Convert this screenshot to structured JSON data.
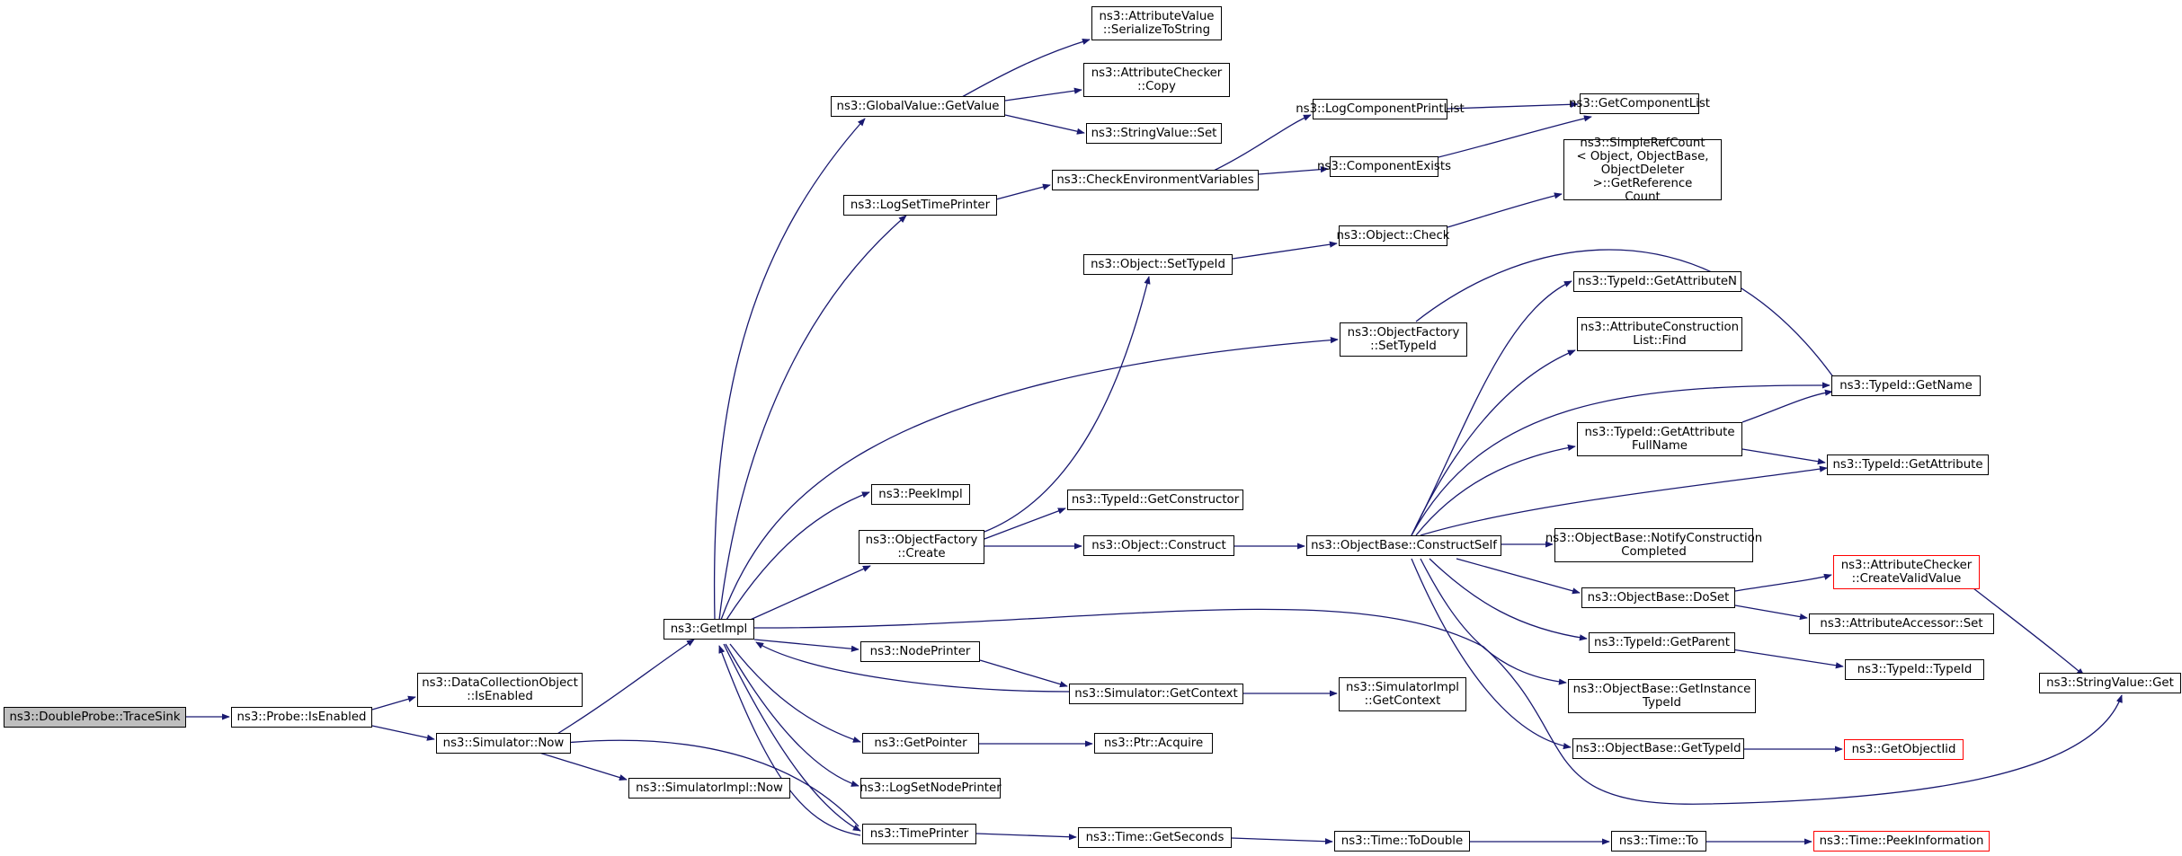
{
  "graph": {
    "colors": {
      "edge": "#191970",
      "node_border": "#000000",
      "root_fill": "#bfbfbf",
      "truncated_border": "#ff0000",
      "background": "#ffffff"
    },
    "nodes": [
      {
        "id": "n_tracesink",
        "label": "ns3::DoubleProbe::TraceSink",
        "root": true
      },
      {
        "id": "n_probe_isenabled",
        "label": "ns3::Probe::IsEnabled"
      },
      {
        "id": "n_dco_isenabled",
        "label": "ns3::DataCollectionObject\n::IsEnabled"
      },
      {
        "id": "n_sim_now",
        "label": "ns3::Simulator::Now"
      },
      {
        "id": "n_simimpl_now",
        "label": "ns3::SimulatorImpl::Now"
      },
      {
        "id": "n_getimpl",
        "label": "ns3::GetImpl"
      },
      {
        "id": "n_gv_getvalue",
        "label": "ns3::GlobalValue::GetValue"
      },
      {
        "id": "n_av_serialize",
        "label": "ns3::AttributeValue\n::SerializeToString"
      },
      {
        "id": "n_ac_copy",
        "label": "ns3::AttributeChecker\n::Copy"
      },
      {
        "id": "n_sv_set",
        "label": "ns3::StringValue::Set"
      },
      {
        "id": "n_logsettimeprinter",
        "label": "ns3::LogSetTimePrinter"
      },
      {
        "id": "n_checkenv",
        "label": "ns3::CheckEnvironmentVariables"
      },
      {
        "id": "n_logcompprintlist",
        "label": "ns3::LogComponentPrintList"
      },
      {
        "id": "n_compexists",
        "label": "ns3::ComponentExists"
      },
      {
        "id": "n_getcomplist",
        "label": "ns3::GetComponentList"
      },
      {
        "id": "n_simplerefcount",
        "label": "ns3::SimpleRefCount\n< Object, ObjectBase,\n ObjectDeleter >::GetReference\nCount"
      },
      {
        "id": "n_object_check",
        "label": "ns3::Object::Check"
      },
      {
        "id": "n_object_settypeid",
        "label": "ns3::Object::SetTypeId"
      },
      {
        "id": "n_of_settypeid",
        "label": "ns3::ObjectFactory\n::SetTypeId"
      },
      {
        "id": "n_typeid_getattrn",
        "label": "ns3::TypeId::GetAttributeN"
      },
      {
        "id": "n_attrconstr_find",
        "label": "ns3::AttributeConstruction\nList::Find"
      },
      {
        "id": "n_typeid_getname",
        "label": "ns3::TypeId::GetName"
      },
      {
        "id": "n_typeid_getattrfull",
        "label": "ns3::TypeId::GetAttribute\nFullName"
      },
      {
        "id": "n_typeid_getattr",
        "label": "ns3::TypeId::GetAttribute"
      },
      {
        "id": "n_peekimpl",
        "label": "ns3::PeekImpl"
      },
      {
        "id": "n_typeid_getconstructor",
        "label": "ns3::TypeId::GetConstructor"
      },
      {
        "id": "n_of_create",
        "label": "ns3::ObjectFactory\n::Create"
      },
      {
        "id": "n_object_construct",
        "label": "ns3::Object::Construct"
      },
      {
        "id": "n_ob_constructself",
        "label": "ns3::ObjectBase::ConstructSelf"
      },
      {
        "id": "n_ob_notify",
        "label": "ns3::ObjectBase::NotifyConstruction\nCompleted"
      },
      {
        "id": "n_ob_doset",
        "label": "ns3::ObjectBase::DoSet"
      },
      {
        "id": "n_ac_createvalid",
        "label": "ns3::AttributeChecker\n::CreateValidValue",
        "truncated": true
      },
      {
        "id": "n_aa_set",
        "label": "ns3::AttributeAccessor::Set"
      },
      {
        "id": "n_typeid_getparent",
        "label": "ns3::TypeId::GetParent"
      },
      {
        "id": "n_typeid_typeid",
        "label": "ns3::TypeId::TypeId"
      },
      {
        "id": "n_sv_get",
        "label": "ns3::StringValue::Get"
      },
      {
        "id": "n_ob_getinstance",
        "label": "ns3::ObjectBase::GetInstance\nTypeId"
      },
      {
        "id": "n_ob_gettypeid",
        "label": "ns3::ObjectBase::GetTypeId"
      },
      {
        "id": "n_getobjectiid",
        "label": "ns3::GetObjectIid",
        "truncated": true
      },
      {
        "id": "n_nodeprinter",
        "label": "ns3::NodePrinter"
      },
      {
        "id": "n_sim_getcontext",
        "label": "ns3::Simulator::GetContext"
      },
      {
        "id": "n_simimpl_getcontext",
        "label": "ns3::SimulatorImpl\n::GetContext"
      },
      {
        "id": "n_getpointer",
        "label": "ns3::GetPointer"
      },
      {
        "id": "n_ptr_acquire",
        "label": "ns3::Ptr::Acquire"
      },
      {
        "id": "n_logsetnodeprinter",
        "label": "ns3::LogSetNodePrinter"
      },
      {
        "id": "n_timeprinter",
        "label": "ns3::TimePrinter"
      },
      {
        "id": "n_time_getseconds",
        "label": "ns3::Time::GetSeconds"
      },
      {
        "id": "n_time_todouble",
        "label": "ns3::Time::ToDouble"
      },
      {
        "id": "n_time_to",
        "label": "ns3::Time::To"
      },
      {
        "id": "n_time_peekinfo",
        "label": "ns3::Time::PeekInformation",
        "truncated": true
      }
    ]
  }
}
